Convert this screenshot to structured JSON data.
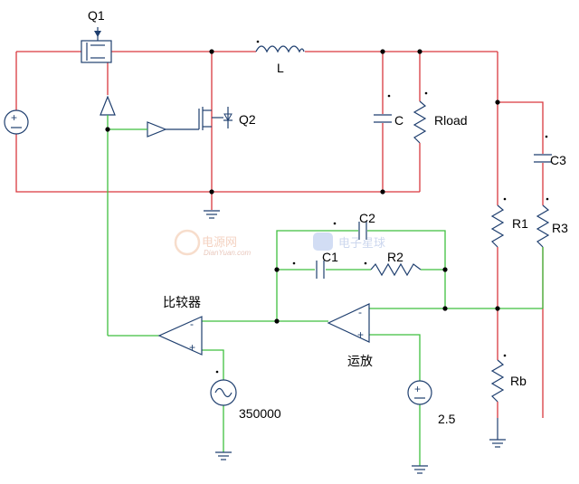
{
  "components": {
    "q1": "Q1",
    "q2": "Q2",
    "inductor": "L",
    "capacitor": "C",
    "load": "Rload",
    "c3": "C3",
    "r1": "R1",
    "r3": "R3",
    "c2": "C2",
    "c1": "C1",
    "r2": "R2",
    "rb": "Rb",
    "comparator": "比较器",
    "opamp": "运放",
    "ramp_source": "350000",
    "reference_source": "2.5"
  },
  "watermarks": {
    "left_brand": "电源网",
    "left_url": "DianYuan.com",
    "right_brand": "电子星球"
  },
  "colors": {
    "power_wire": "#d9383f",
    "control_wire": "#3fbf3f",
    "component": "#1f3f6f"
  }
}
